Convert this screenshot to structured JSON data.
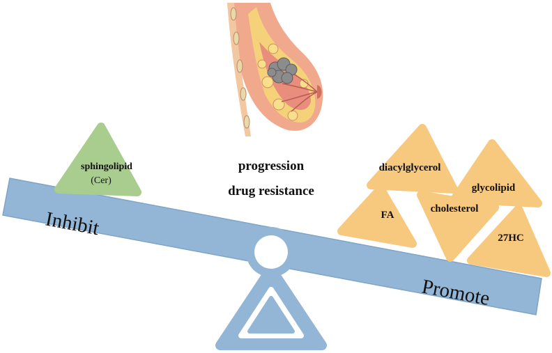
{
  "center_text": {
    "line1": "progression",
    "line2": "drug resistance"
  },
  "seesaw": {
    "left_label": "Inhibit",
    "right_label": "Promote",
    "beam_color": "#93b6d6",
    "fulcrum_color": "#93b6d6"
  },
  "inhibitors": [
    {
      "name": "sphingolipid",
      "sub": "(Cer)",
      "color": "#a9cd8e"
    }
  ],
  "promoters": [
    {
      "name": "diacylglycerol",
      "color": "#f7c97f"
    },
    {
      "name": "glycolipid",
      "color": "#f7c97f"
    },
    {
      "name": "FA",
      "color": "#f7c97f"
    },
    {
      "name": "cholesterol",
      "color": "#f7c97f"
    },
    {
      "name": "27HC",
      "color": "#f7c97f"
    }
  ],
  "illustration": {
    "icon": "breast-tumor-illustration"
  }
}
